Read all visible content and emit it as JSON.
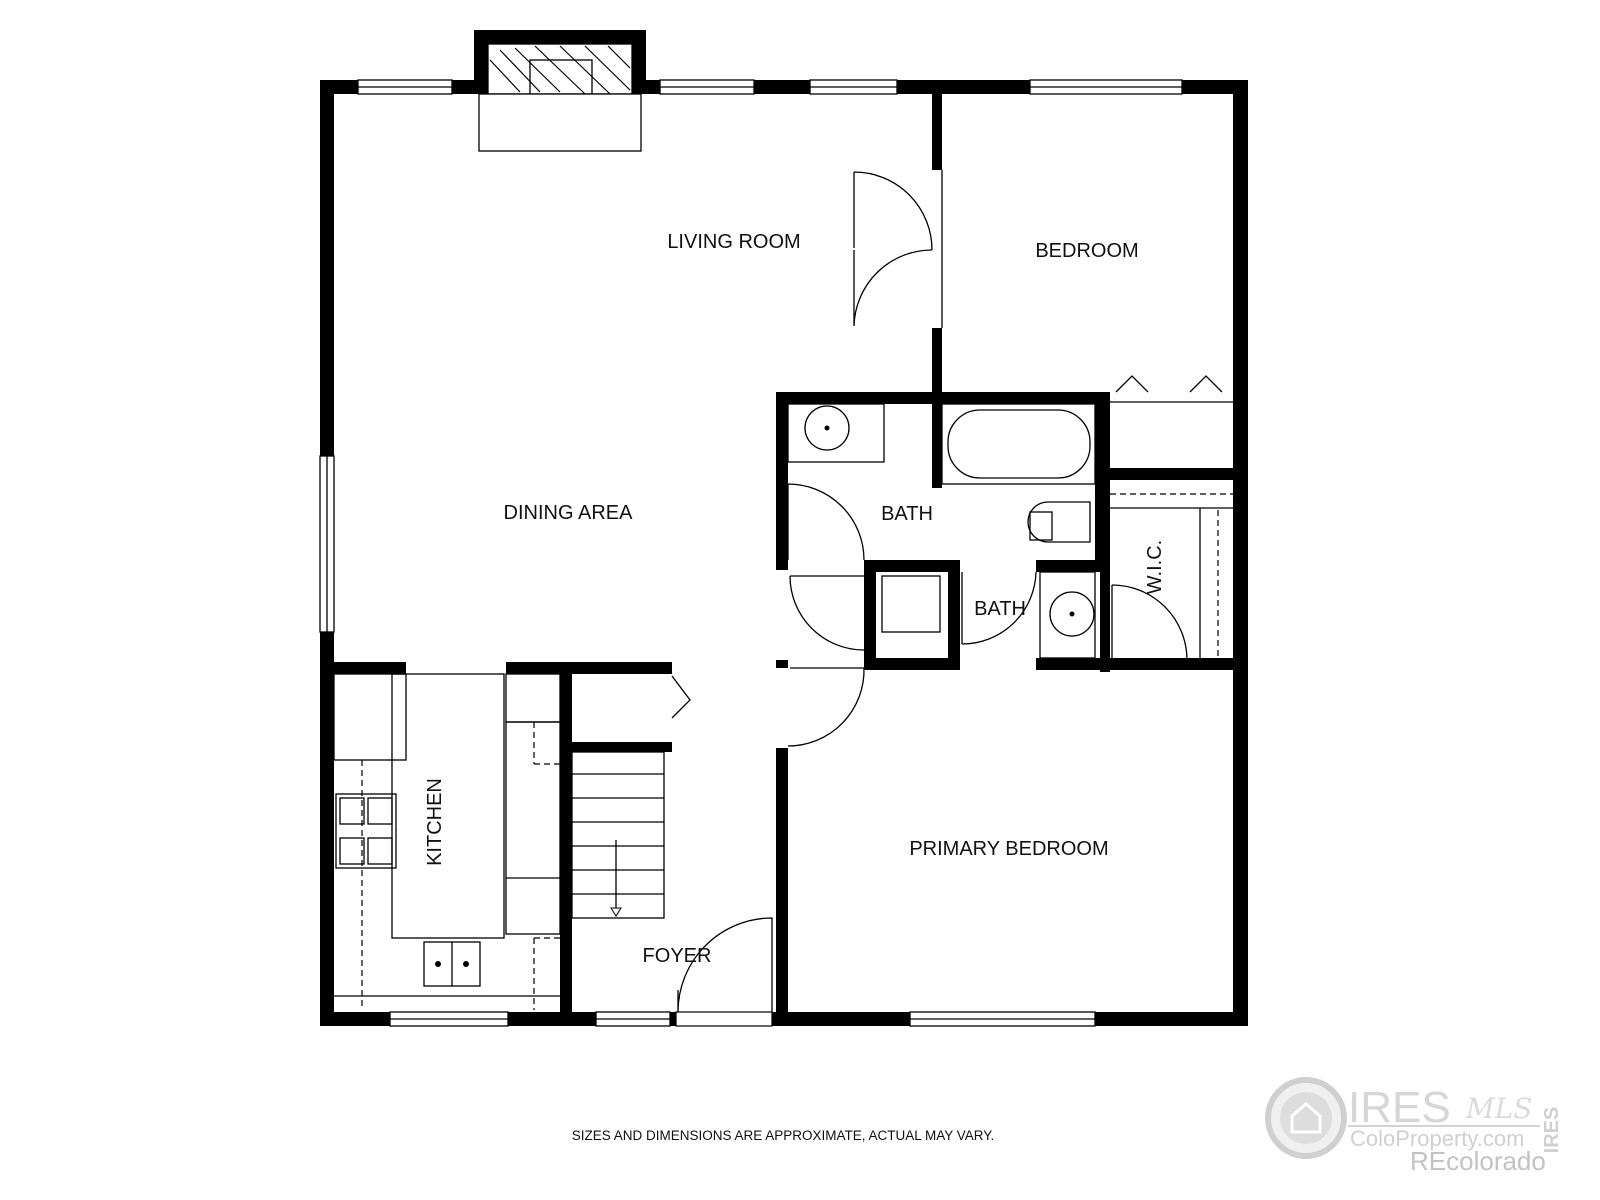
{
  "rooms": {
    "living_room": "LIVING ROOM",
    "bedroom": "BEDROOM",
    "dining_area": "DINING AREA",
    "bath_main": "BATH",
    "bath_half": "BATH",
    "wic": "W.I.C.",
    "kitchen": "KITCHEN",
    "foyer": "FOYER",
    "primary_bedroom": "PRIMARY BEDROOM"
  },
  "footer": {
    "disclaimer": "SIZES AND DIMENSIONS ARE APPROXIMATE, ACTUAL MAY VARY."
  },
  "watermark": {
    "brand": "IRES",
    "mls": "MLS",
    "site": "ColoProperty.com",
    "sub": "REcolorado",
    "side": "IRES"
  },
  "colors": {
    "wall": "#000000",
    "background": "#ffffff",
    "watermark": "#c8c8c8"
  }
}
